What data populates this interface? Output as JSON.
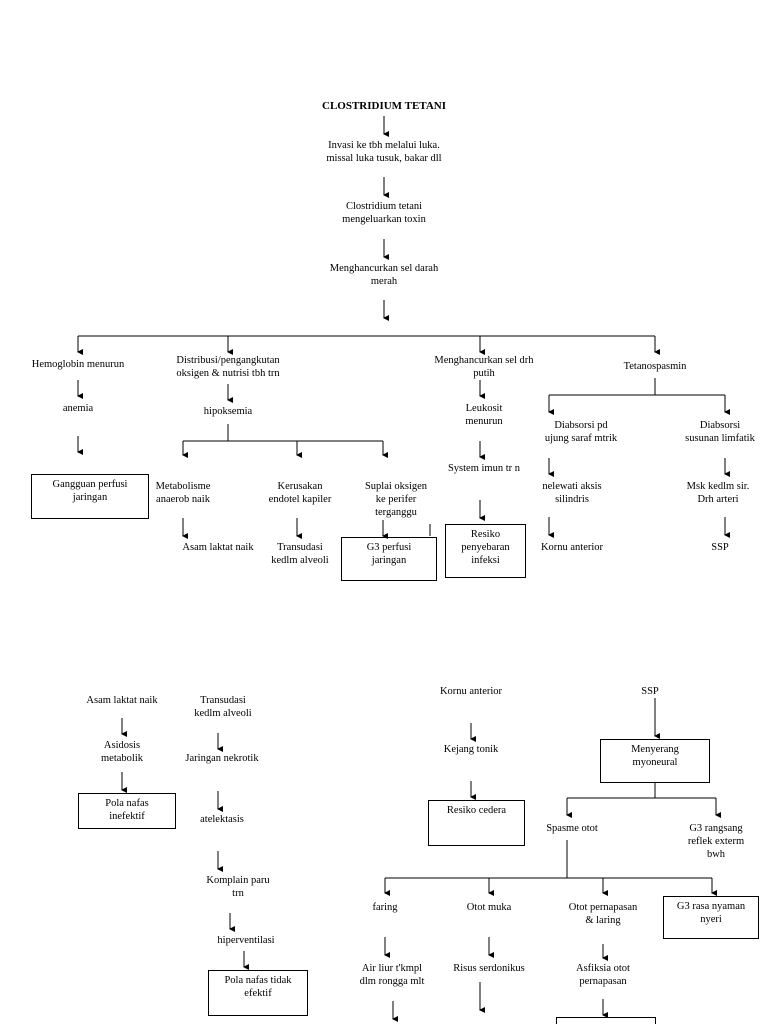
{
  "top": {
    "title": "CLOSTRIDIUM TETANI",
    "invasi": "Invasi ke tbh melalui luka.\nmissal luka tusuk, bakar dll",
    "toxin": "Clostridium tetani\nmengeluarkan toxin",
    "menghancurkan": "Menghancurkan sel darah\nmerah"
  },
  "branch1": {
    "hemoglobin": "Hemoglobin menurun",
    "anemia": "anemia",
    "gangguan": "Gangguan perfusi\njaringan"
  },
  "branch2": {
    "distribusi": "Distribusi/pengangkutan\noksigen & nutrisi tbh trn",
    "hipoksemia": "hipoksemia",
    "metabolisme": "Metabolisme\nanaerob naik",
    "asam": "Asam laktat naik",
    "kerusakan": "Kerusakan\nendotel kapiler",
    "transudasi": "Transudasi\nkedlm alveoli",
    "suplai": "Suplai oksigen\nke perifer\nterganggu",
    "g3perfusi": "G3 perfusi\njaringan"
  },
  "branch3": {
    "menghancurkan_putih": "Menghancurkan sel drh\nputih",
    "leukosit": "Leukosit\nmenurun",
    "system": "System imun tr n",
    "resiko": "Resiko\npenyebaran\ninfeksi"
  },
  "branch4": {
    "tetanospasmin": "Tetanospasmin",
    "diabsorsi_pd": "Diabsorsi pd\nujung saraf mtrik",
    "melewati": "nelewati aksis\nsilindris",
    "kornu": "Kornu anterior",
    "diabsorsi_susunan": "Diabsorsi\nsusunan limfatik",
    "msk": "Msk kedlm sir.\nDrh arteri",
    "ssp": "SSP"
  },
  "bottom_left": {
    "asam": "Asam laktat naik",
    "asidosis": "Asidosis\nmetabolik",
    "pola1": "Pola nafas\ninefektif",
    "transudasi": "Transudasi\nkedlm alveoli",
    "jaringan": "Jaringan nekrotik",
    "atelektasis": "atelektasis",
    "komplain": "Komplain paru\ntrn",
    "hiperventilasi": "hiperventilasi",
    "pola2": "Pola nafas tidak\nefektif"
  },
  "bottom_right": {
    "kornu": "Kornu anterior",
    "kejang": "Kejang tonik",
    "resiko_cedera": "Resiko cedera",
    "ssp": "SSP",
    "menyerang": "Menyerang\nmyoneural",
    "spasme": "Spasme otot",
    "g3rangsang": "G3 rangsang\nreflek exterm\nbwh",
    "faring": "faring",
    "otot_muka": "Otot muka",
    "otot_pernapasan": "Otot pernapasan\n& laring",
    "g3nyaman": "G3 rasa nyaman\nnyeri",
    "air_liur": "Air liur t'kmpl\ndlm rongga mlt",
    "risus": "Risus serdonikus",
    "asfiksia": "Asfiksia otot\npernapasan"
  }
}
